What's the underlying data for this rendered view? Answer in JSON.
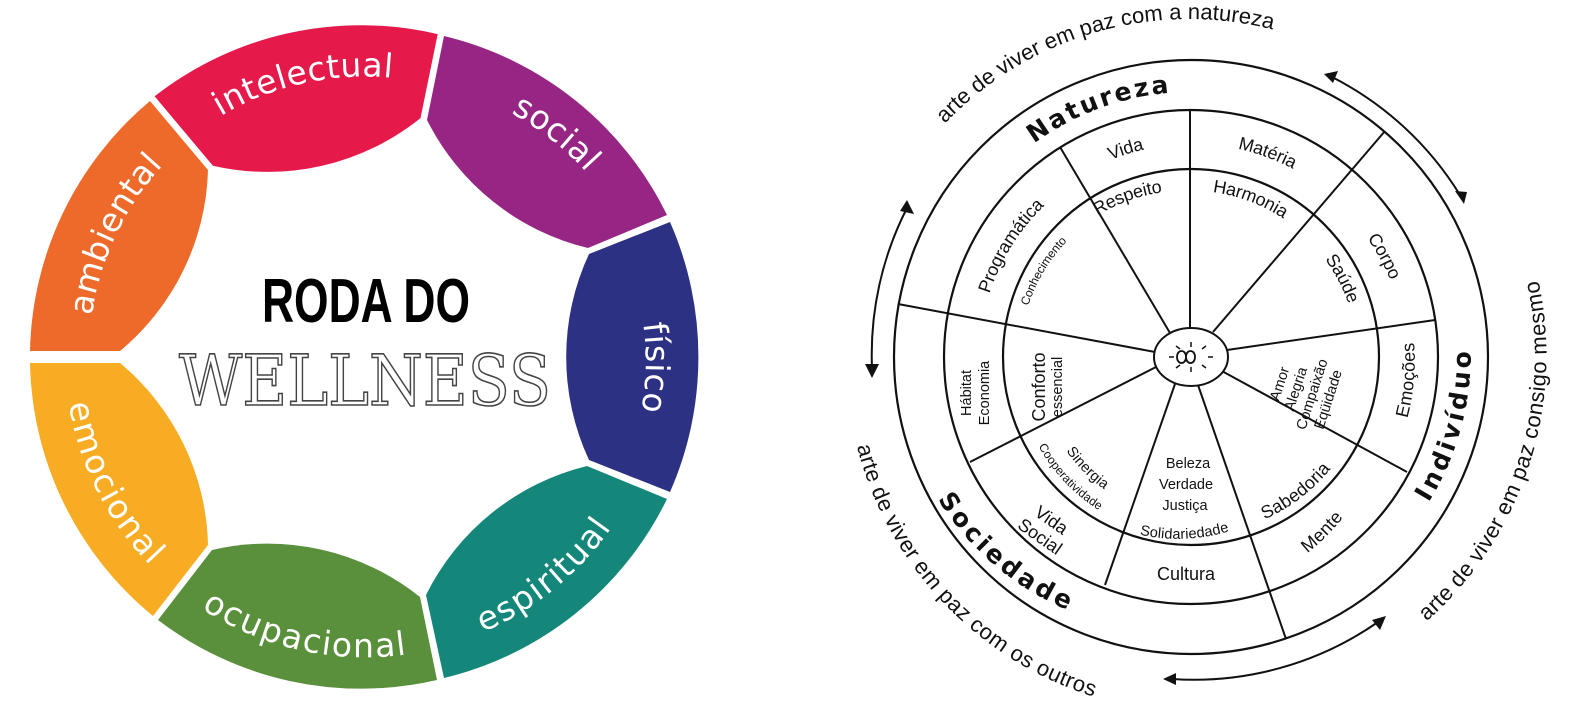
{
  "left_wheel": {
    "title_line1": "RODA DO",
    "title_line2": "WELLNESS",
    "segments": [
      {
        "label": "intelectual",
        "color": "#E5194A"
      },
      {
        "label": "social",
        "color": "#962584"
      },
      {
        "label": "físico",
        "color": "#2C3183"
      },
      {
        "label": "espiritual",
        "color": "#14877A"
      },
      {
        "label": "ocupacional",
        "color": "#5A8F3C"
      },
      {
        "label": "emocional",
        "color": "#F8AC24"
      },
      {
        "label": "ambiental",
        "color": "#EE6A2A"
      }
    ]
  },
  "right_wheel": {
    "outer_arcs": {
      "natureza": "arte de viver em paz com a natureza",
      "individuo": "arte de viver em paz consigo mesmo",
      "sociedade": "arte de viver em paz com os outros"
    },
    "domains": {
      "natureza": "Natureza",
      "individuo": "Indivíduo",
      "sociedade": "Sociedade"
    },
    "middle_ring": {
      "vida": "Vida",
      "materia": "Matéria",
      "corpo": "Corpo",
      "emocoes": "Emoções",
      "mente": "Mente",
      "cultura": "Cultura",
      "vida_social_1": "Vida",
      "vida_social_2": "Social",
      "habitat": "Hábitat",
      "economia": "Economia",
      "programatica": "Programática"
    },
    "inner_ring": {
      "respeito": "Respeito",
      "harmonia": "Harmonia",
      "saude": "Saúde",
      "amor": "Amor",
      "alegria": "Alegria",
      "compaixao": "Compaixão",
      "equidade": "Eqüidade",
      "sabedoria": "Sabedoria",
      "beleza": "Beleza",
      "verdade": "Verdade",
      "justica": "Justiça",
      "solidariedade": "Solidariedade",
      "sinergia": "Sinergia",
      "cooperatividade": "Cooperatividade",
      "conforto": "Conforto",
      "essencial": "essencial",
      "conhecimento": "Conhecimento"
    },
    "center_symbol": "infinity-sun-icon"
  }
}
